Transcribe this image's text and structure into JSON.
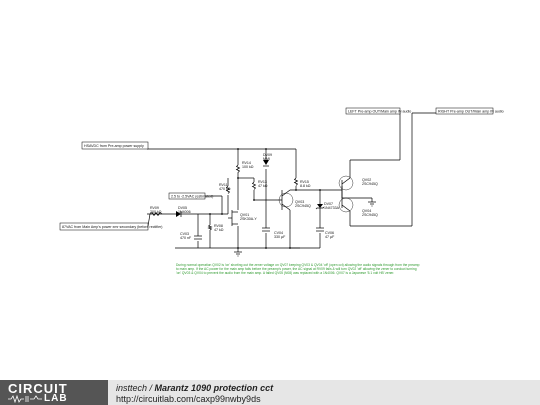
{
  "labels": {
    "hv_source": "HSAVDC from Pre-amp power supply",
    "ac_source": "87VAC from Main Amp's power xmr secondary (before rectifier)",
    "v_source": "2.5 to -2.5VAC (estimated)",
    "left_out": "LEFT Pre-amp OUT/Main amp IN audio",
    "right_out": "RIGHT Pre-amp OUT/Main amp IN audio"
  },
  "parts": {
    "r09": "RV09",
    "r09v": "200 kΩ",
    "d05": "DV05",
    "d05v": "1N4006",
    "c03": "CV03",
    "c03v": "470 nF",
    "r08": "RV08",
    "r08v": "47 kΩ",
    "r11": "RV11",
    "r11v": "470 kΩ",
    "q01": "QV01",
    "q01v": "2SK30A-Y",
    "r14": "RV14",
    "r14v": "100 kΩ",
    "d09": "DV09",
    "d09v": "MMI",
    "r13": "RV13",
    "r13v": "47 kΩ",
    "c04": "CV04",
    "c04v": "330 µF",
    "r15": "RV15",
    "r15v": "8.8 kΩ",
    "q03": "QV03",
    "q03v": "2SC945Q",
    "d07": "DV07",
    "d07v": "1N4733A",
    "c06": "CV06",
    "c06v": "47 µF",
    "q02": "QV02",
    "q02v": "2SC945Q",
    "q04": "QV04",
    "q04v": "2SC945Q"
  },
  "note": {
    "line1": "During normal operation QV02 is 'on' shorting out the zener voltage on QV07 keeping QV03 & QV04 'off' (open cct) allowing the audio signals through from the preamp",
    "line2": "to main amp. If the AC power for the main amp fails before the preamp's power, the AC signal at RV09 fails & will turn QV02 'off' allowing the zener to conduct turning",
    "line3": "'on' QV03 & QV04 to prevent the audio from the main amp. A failed QV05 (N08) was replaced with a 1N4006. QV07 is a Japanese '5.1 volt HB' zener."
  },
  "footer": {
    "logo_top": "CIRCUIT",
    "logo_bottom": "LAB",
    "author": "insttech",
    "separator": " / ",
    "title": "Marantz 1090 protection cct",
    "url": "http://circuitlab.com/caxp99nwby9ds"
  }
}
